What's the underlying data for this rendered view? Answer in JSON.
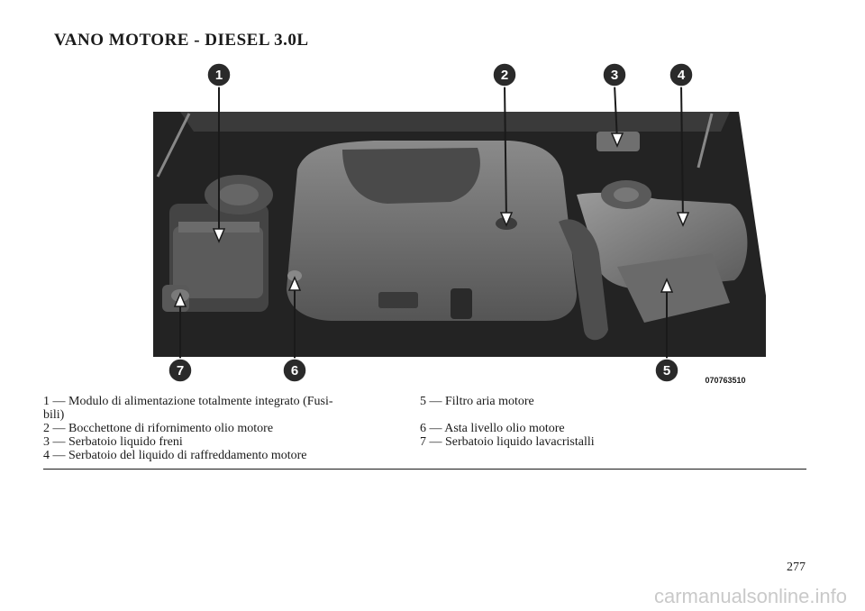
{
  "page": {
    "title": "VANO MOTORE - DIESEL 3.0L",
    "number": "277"
  },
  "figure": {
    "code": "070763510",
    "callouts": [
      "1",
      "2",
      "3",
      "4",
      "5",
      "6",
      "7"
    ]
  },
  "legend": {
    "left": [
      "1 — Modulo di alimentazione totalmente integrato (Fusi-",
      "bili)",
      "2 — Bocchettone di rifornimento olio motore",
      "3 — Serbatoio liquido freni",
      "4 — Serbatoio del liquido di raffreddamento motore"
    ],
    "right": [
      "5 — Filtro aria motore",
      "6 — Asta livello olio motore",
      "7 — Serbatoio liquido lavacristalli"
    ]
  },
  "watermark": "carmanualsonline.info"
}
